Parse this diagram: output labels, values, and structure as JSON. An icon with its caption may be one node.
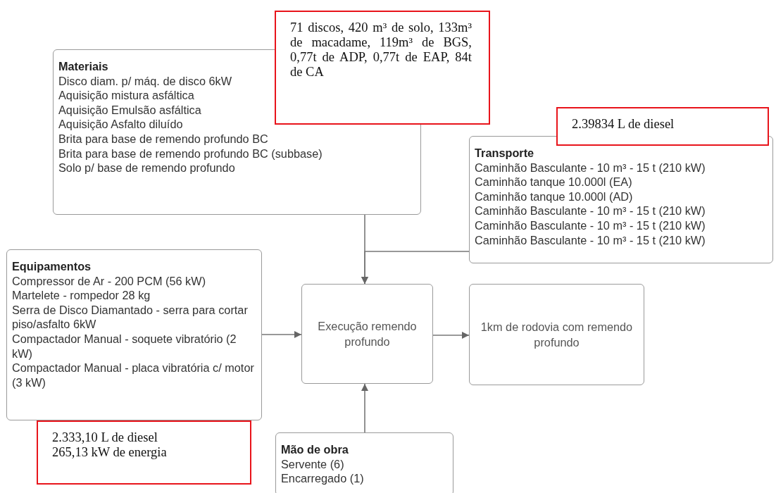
{
  "diagram": {
    "nodes": [
      {
        "text": [
          "71 discos, 420 m³ de solo, 133m³ de macadame, 119m³ de BGS, 0,77t de ADP, 0,77t de EAP, 84t de CA"
        ]
      },
      {
        "text": [
          "Materiais",
          "Disco diam. p/ máq. de disco 6kW",
          "Aquisição mistura asfáltica",
          "Aquisição Emulsão asfáltica",
          "Aquisição Asfalto diluído",
          "Brita para base de remendo profundo BC",
          "Brita para base de remendo profundo BC (subbase)",
          "Solo p/ base de remendo profundo"
        ]
      },
      {
        "text": [
          "2.39834 L de diesel"
        ]
      },
      {
        "text": [
          "Transporte",
          "Caminhão Basculante - 10 m³ - 15 t (210 kW)",
          "Caminhão tanque 10.000l (EA)",
          "Caminhão tanque 10.000l (AD)",
          "Caminhão Basculante - 10 m³ - 15 t (210 kW)",
          "Caminhão Basculante - 10 m³ - 15 t (210 kW)",
          "Caminhão Basculante - 10 m³ - 15 t (210 kW)"
        ]
      },
      {
        "text": [
          "Equipamentos",
          "Compressor de Ar - 200 PCM (56 kW)",
          "Martelete - rompedor 28 kg",
          "Serra de Disco Diamantado - serra para cortar piso/asfalto 6kW",
          "Compactador Manual - soquete vibratório (2 kW)",
          "Compactador Manual - placa vibratória c/ motor (3 kW)"
        ]
      },
      {
        "text": [
          "Execução remendo profundo"
        ]
      },
      {
        "text": [
          "1km de rodovia com remendo profundo"
        ]
      },
      {
        "text": [
          "2.333,10 L de diesel",
          "265,13 kW de energia"
        ]
      },
      {
        "text": [
          "Mão de obra",
          "Servente (6)",
          "Encarregado (1)"
        ]
      }
    ],
    "edges": [
      {
        "from": 1,
        "to": 5,
        "arrow": "to"
      },
      {
        "from": 3,
        "to": 5,
        "arrow": "to"
      },
      {
        "from": 4,
        "to": 5,
        "arrow": "to"
      },
      {
        "from": 5,
        "to": 6,
        "arrow": "to"
      },
      {
        "from": 8,
        "to": 5,
        "arrow": "to"
      }
    ]
  }
}
